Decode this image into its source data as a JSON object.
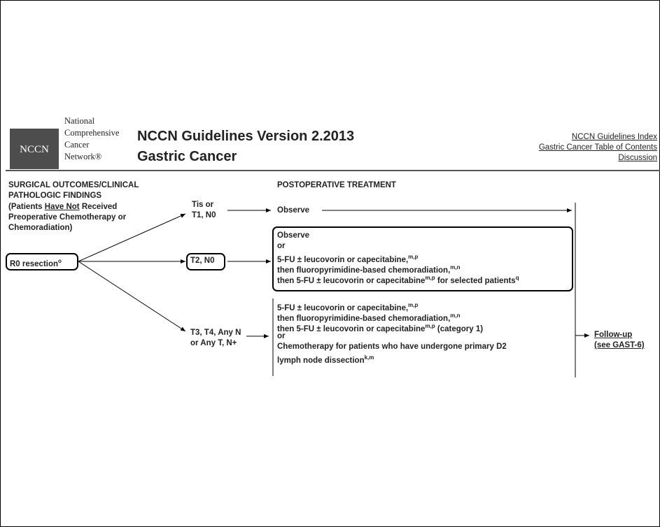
{
  "header": {
    "logo_text": "NCCN",
    "org_line1": "National",
    "org_line2": "Comprehensive",
    "org_line3": "Cancer",
    "org_line4": "Network®",
    "title_line1": "NCCN Guidelines Version 2.2013",
    "title_line2": "Gastric Cancer",
    "links": [
      "NCCN Guidelines Index",
      "Gastric Cancer Table of Contents",
      "Discussion"
    ]
  },
  "columns": {
    "left_header_line1": "SURGICAL OUTCOMES/CLINICAL",
    "left_header_line2": "PATHOLOGIC FINDINGS",
    "left_sub_line1_pre": "(Patients ",
    "left_sub_line1_u": "Have Not",
    "left_sub_line1_post": " Received",
    "left_sub_line2": "Preoperative Chemotherapy or",
    "left_sub_line3": "Chemoradiation)",
    "right_header": "POSTOPERATIVE TREATMENT"
  },
  "flow": {
    "start": "R0 resection",
    "start_sup": "o",
    "branch1_line1": "Tis or",
    "branch1_line2": "T1, N0",
    "branch1_tx": "Observe",
    "branch2": "T2, N0",
    "branch2_tx": {
      "l1": "Observe",
      "l2": "or",
      "l3": "5-FU ± leucovorin or capecitabine,",
      "l3_sup": "m,p",
      "l4": "then fluoropyrimidine-based chemoradiation,",
      "l4_sup": "m,n",
      "l5a": "then 5-FU ± leucovorin or capecitabine",
      "l5_sup": "m,p",
      "l5b": " for selected patients",
      "l5_sup2": "q"
    },
    "branch3_line1": "T3, T4, Any N",
    "branch3_line2": "or Any T, N+",
    "branch3_tx": {
      "l1": "5-FU ± leucovorin or capecitabine,",
      "l1_sup": "m,p",
      "l2": "then fluoropyrimidine-based chemoradiation,",
      "l2_sup": "m,n",
      "l3a": "then 5-FU ± leucovorin or capecitabine",
      "l3_sup": "m,p",
      "l3b": " (category 1)",
      "l4": "or",
      "l5": "Chemotherapy for patients who have undergone primary D2",
      "l6": "lymph node dissection",
      "l6_sup": "k,m"
    },
    "followup_line1": "Follow-up",
    "followup_line2": "(see GAST-6)"
  }
}
